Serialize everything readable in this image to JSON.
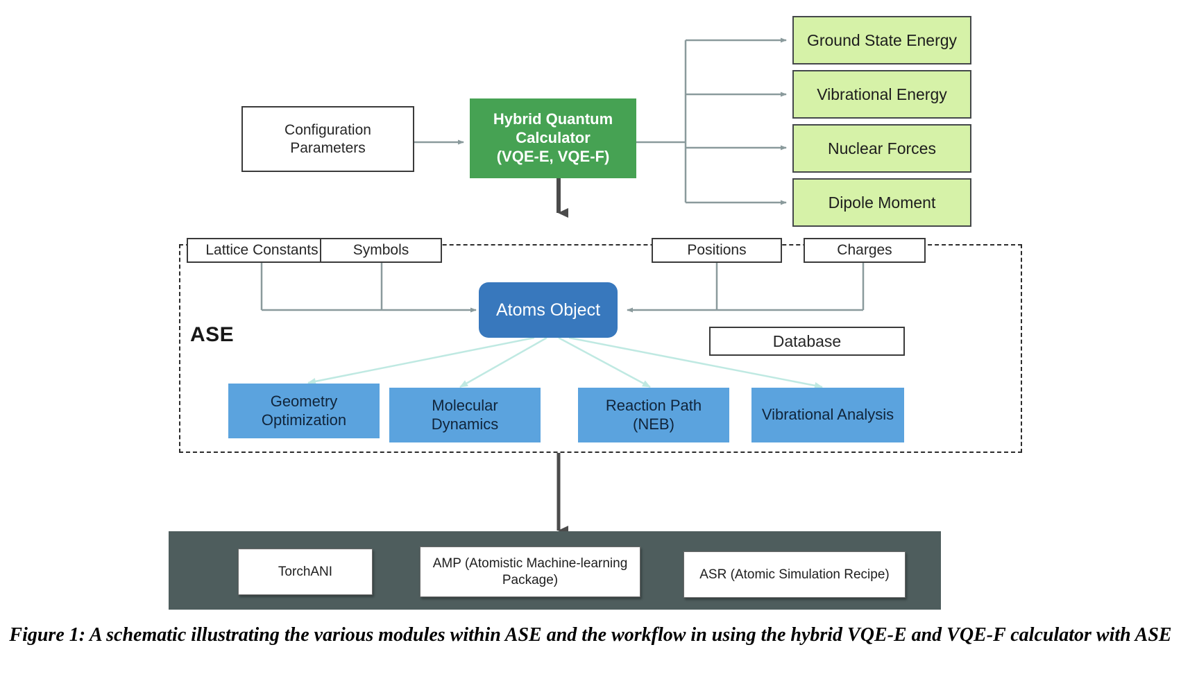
{
  "figure": {
    "caption": "Figure 1: A schematic illustrating the various modules within ASE and the workflow in using the hybrid VQE-E and VQE-F calculator with ASE"
  },
  "colors": {
    "calculator_green": "#46a253",
    "result_green": "#d6f2a8",
    "atoms_blue": "#3878bd",
    "module_blue": "#5ba3de",
    "bar_gray": "#4e5d5d",
    "connector_gray": "#8a9a9c",
    "connector_teal": "#b9e6df",
    "arrow_dark": "#4b4b4b"
  },
  "inputs": {
    "configuration": "Configuration\nParameters",
    "configuration_line1": "Configuration",
    "configuration_line2": "Parameters"
  },
  "calculator": {
    "line1": "Hybrid Quantum",
    "line2": "Calculator",
    "line3": "(VQE-E, VQE-F)"
  },
  "results": [
    {
      "label": "Ground State Energy"
    },
    {
      "label": "Vibrational Energy"
    },
    {
      "label": "Nuclear Forces"
    },
    {
      "label": "Dipole Moment"
    }
  ],
  "ase": {
    "label": "ASE",
    "properties": [
      {
        "label": "Lattice Constants"
      },
      {
        "label": "Symbols"
      },
      {
        "label": "Positions"
      },
      {
        "label": "Charges"
      }
    ],
    "atoms_object": "Atoms Object",
    "database": "Database",
    "modules": [
      {
        "line1": "Geometry",
        "line2": "Optimization"
      },
      {
        "line1": "Molecular",
        "line2": "Dynamics"
      },
      {
        "line1": "Reaction Path",
        "line2": "(NEB)"
      },
      {
        "line1": "Vibrational Analysis",
        "line2": ""
      }
    ]
  },
  "packages": [
    {
      "line1": "TorchANI",
      "line2": ""
    },
    {
      "line1": "AMP (Atomistic Machine-learning",
      "line2": "Package)"
    },
    {
      "line1": "ASR (Atomic Simulation Recipe)",
      "line2": ""
    }
  ]
}
